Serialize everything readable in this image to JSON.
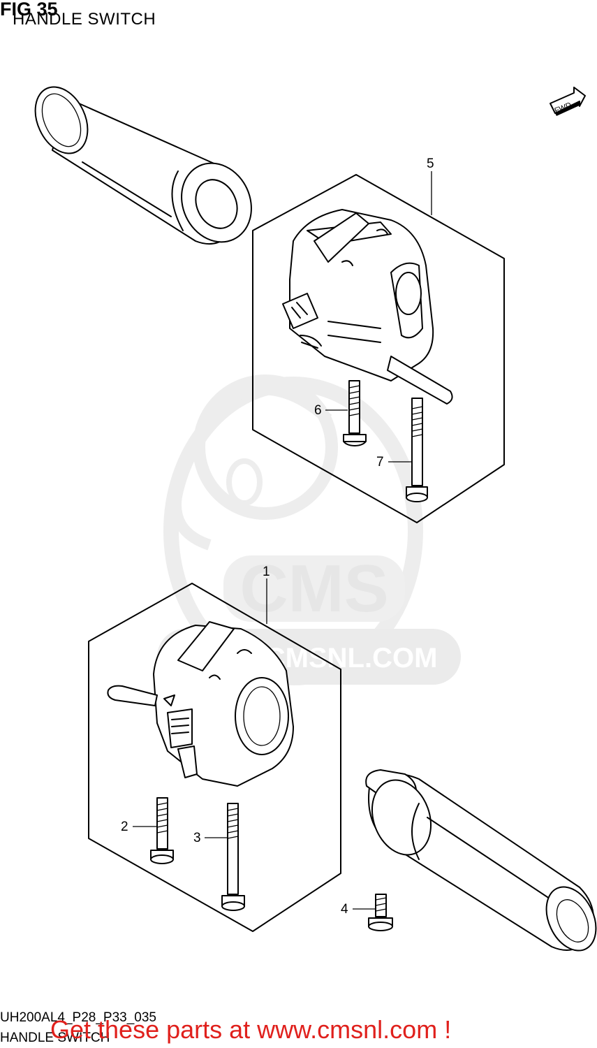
{
  "header": {
    "fig_label": "FIG 35",
    "title": "HANDLE SWITCH"
  },
  "direction_marker": {
    "label": "FWD"
  },
  "watermark": {
    "brand": "CMS",
    "url": "WWW.CMSNL.COM"
  },
  "parts": [
    {
      "ref": "1"
    },
    {
      "ref": "2"
    },
    {
      "ref": "3"
    },
    {
      "ref": "4"
    },
    {
      "ref": "5"
    },
    {
      "ref": "6"
    },
    {
      "ref": "7"
    }
  ],
  "footer": {
    "model_code": "UH200AL4_P28_P33_035",
    "diagram_name": "HANDLE SWITCH",
    "banner": "Get these parts at www.cmsnl.com !"
  },
  "colors": {
    "banner": "#e0201c",
    "watermark": "#e6e6e6",
    "line": "#000000"
  }
}
